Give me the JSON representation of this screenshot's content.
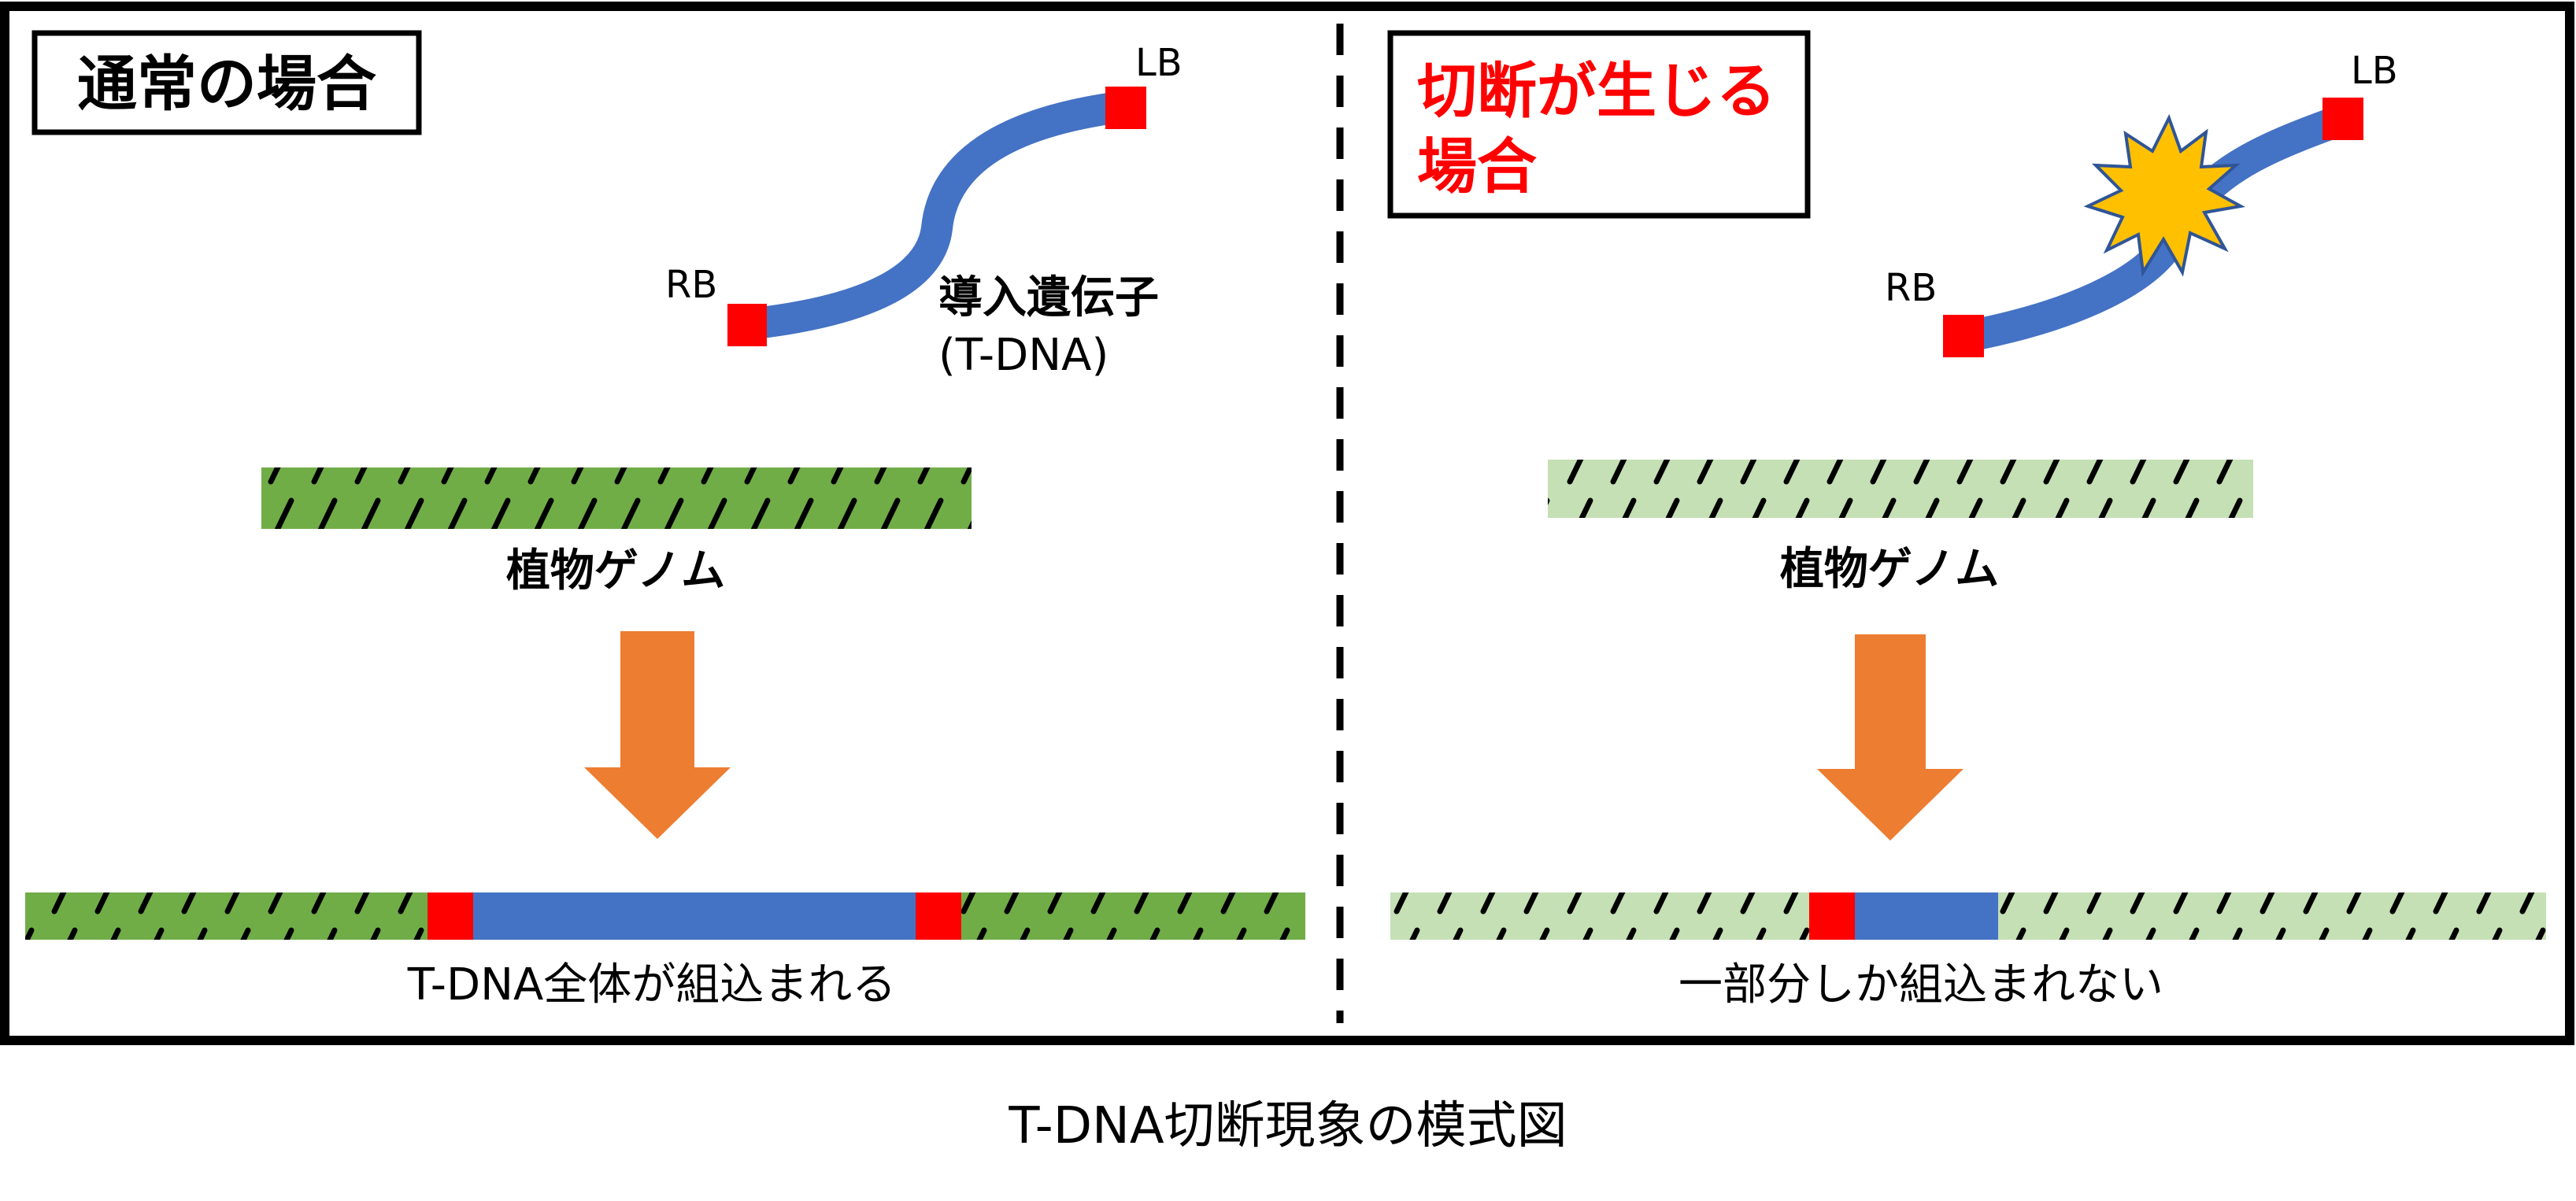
{
  "caption": "T-DNA切断現象の模式図",
  "left_panel": {
    "title": "通常の場合",
    "rb_label": "RB",
    "lb_label": "LB",
    "tdna_label_line1": "導入遺伝子",
    "tdna_label_line2": "(T-DNA)",
    "genome_label": "植物ゲノム",
    "result_label": "T-DNA全体が組込まれる"
  },
  "right_panel": {
    "title_line1": "切断が生じる",
    "title_line2": "場合",
    "rb_label": "RB",
    "lb_label": "LB",
    "genome_label": "植物ゲノム",
    "result_label": "一部分しか組込まれない"
  },
  "colors": {
    "genome_dark": "#70AD47",
    "genome_light": "#C5E0B4",
    "tdna_blue": "#4472C4",
    "border_red": "#FF0000",
    "arrow_orange": "#ED7D31",
    "break_star": "#FFC000",
    "title_red": "#FF0000"
  }
}
